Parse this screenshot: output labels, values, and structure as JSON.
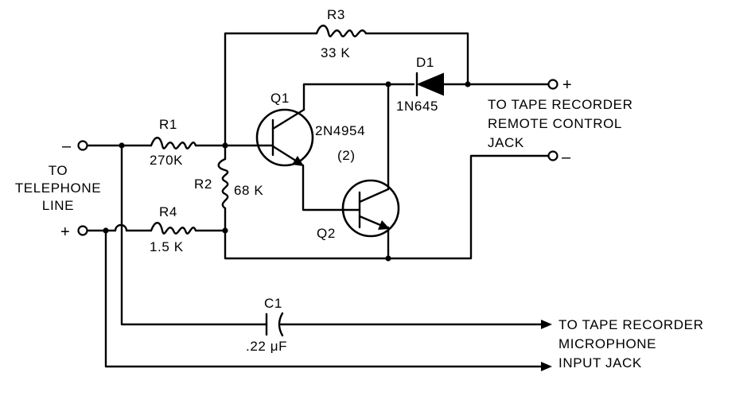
{
  "labels": {
    "r3_ref": "R3",
    "r3_val": "33 K",
    "d1_ref": "D1",
    "d1_part": "1N645",
    "q1_ref": "Q1",
    "q_part": "2N4954",
    "q_count": "(2)",
    "q2_ref": "Q2",
    "r1_ref": "R1",
    "r1_val": "270K",
    "r2_ref": "R2",
    "r2_val": "68 K",
    "r4_ref": "R4",
    "r4_val": "1.5 K",
    "c1_ref": "C1",
    "c1_val": ".22 μF"
  },
  "terminals": {
    "minus": "–",
    "plus": "+"
  },
  "telephone_line": [
    "TO",
    "TELEPHONE",
    "LINE"
  ],
  "remote_jack": [
    "TO TAPE RECORDER",
    "REMOTE CONTROL",
    "JACK"
  ],
  "mic_jack": [
    "TO TAPE RECORDER",
    "MICROPHONE",
    "INPUT JACK"
  ]
}
